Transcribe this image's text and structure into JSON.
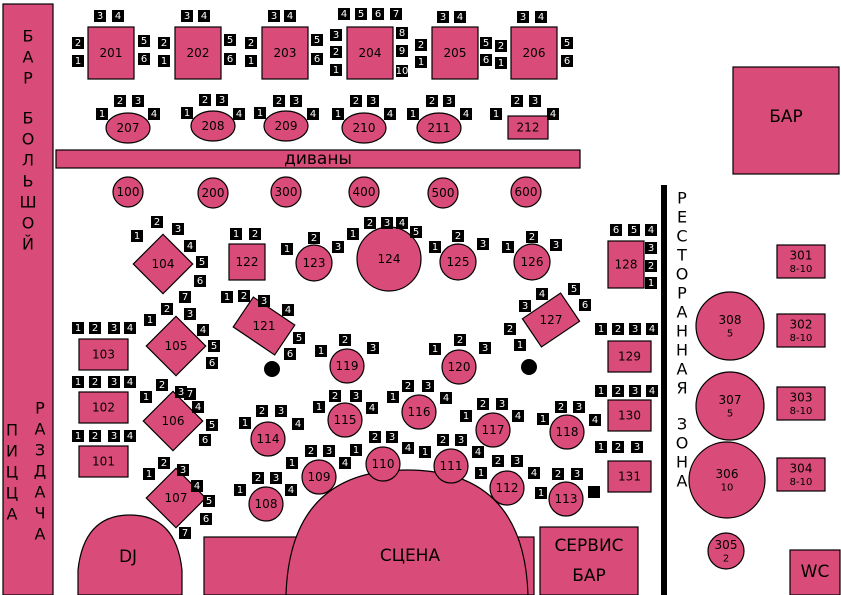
{
  "zones": {
    "bar_bolshoy": "БАР БОЛЬШОЙ",
    "pizza": "ПИЦЦА",
    "razdacha": "РАЗДАЧА",
    "bar": "БАР",
    "divany": "диваны",
    "restaurant_zone": "РЕСТОРАННАЯ ЗОНА",
    "dj": "DJ",
    "stage": "СЦЕНА",
    "service_bar": "СЕРВИС БАР",
    "wc": "WC"
  },
  "tables": [
    {
      "id": "201",
      "seats": [
        "3",
        "4",
        "2",
        "1",
        "5",
        "6"
      ]
    },
    {
      "id": "202",
      "seats": [
        "3",
        "4",
        "2",
        "1",
        "5",
        "6"
      ]
    },
    {
      "id": "203",
      "seats": [
        "3",
        "4",
        "2",
        "1",
        "5",
        "6"
      ]
    },
    {
      "id": "204",
      "seats": [
        "4",
        "5",
        "6",
        "7",
        "3",
        "2",
        "1",
        "8",
        "9",
        "10"
      ]
    },
    {
      "id": "205",
      "seats": [
        "3",
        "4",
        "2",
        "1",
        "5",
        "6"
      ]
    },
    {
      "id": "206",
      "seats": [
        "3",
        "4",
        "2",
        "1",
        "5",
        "6"
      ]
    },
    {
      "id": "207",
      "seats": [
        "1",
        "2",
        "3",
        "4"
      ]
    },
    {
      "id": "208",
      "seats": [
        "1",
        "2",
        "3",
        "4"
      ]
    },
    {
      "id": "209",
      "seats": [
        "1",
        "2",
        "3",
        "4"
      ]
    },
    {
      "id": "210",
      "seats": [
        "1",
        "2",
        "3",
        "4"
      ]
    },
    {
      "id": "211",
      "seats": [
        "1",
        "2",
        "3",
        "4"
      ]
    },
    {
      "id": "212",
      "seats": [
        "1",
        "2",
        "3",
        "4"
      ]
    },
    {
      "id": "100",
      "seats": []
    },
    {
      "id": "200",
      "seats": []
    },
    {
      "id": "300",
      "seats": []
    },
    {
      "id": "400",
      "seats": []
    },
    {
      "id": "500",
      "seats": []
    },
    {
      "id": "600",
      "seats": []
    },
    {
      "id": "104",
      "seats": [
        "1",
        "2",
        "3",
        "4",
        "5",
        "6"
      ]
    },
    {
      "id": "122",
      "seats": [
        "1",
        "2"
      ]
    },
    {
      "id": "123",
      "seats": [
        "1",
        "2",
        "3"
      ]
    },
    {
      "id": "124",
      "seats": [
        "1",
        "2",
        "3",
        "4",
        "5"
      ]
    },
    {
      "id": "125",
      "seats": [
        "1",
        "2",
        "3"
      ]
    },
    {
      "id": "126",
      "seats": [
        "1",
        "2",
        "3"
      ]
    },
    {
      "id": "128",
      "seats": [
        "6",
        "5",
        "4",
        "3",
        "2",
        "1"
      ]
    },
    {
      "id": "121",
      "seats": [
        "1",
        "2",
        "3",
        "4",
        "5",
        "6"
      ]
    },
    {
      "id": "105",
      "seats": [
        "7",
        "1",
        "2",
        "3",
        "4",
        "5",
        "6"
      ]
    },
    {
      "id": "127",
      "seats": [
        "4",
        "5",
        "6",
        "3",
        "2",
        "1"
      ]
    },
    {
      "id": "103",
      "seats": [
        "1",
        "2",
        "3",
        "4"
      ]
    },
    {
      "id": "129",
      "seats": [
        "1",
        "2",
        "3",
        "4"
      ]
    },
    {
      "id": "119",
      "seats": [
        "1",
        "2",
        "3"
      ]
    },
    {
      "id": "120",
      "seats": [
        "1",
        "2",
        "3"
      ]
    },
    {
      "id": "102",
      "seats": [
        "1",
        "2",
        "3",
        "4"
      ]
    },
    {
      "id": "106",
      "seats": [
        "7",
        "1",
        "2",
        "3",
        "4",
        "5",
        "6"
      ]
    },
    {
      "id": "130",
      "seats": [
        "1",
        "2",
        "3",
        "4"
      ]
    },
    {
      "id": "116",
      "seats": [
        "1",
        "2",
        "3",
        "4"
      ]
    },
    {
      "id": "115",
      "seats": [
        "1",
        "2",
        "3",
        "4"
      ]
    },
    {
      "id": "114",
      "seats": [
        "1",
        "2",
        "3",
        "4"
      ]
    },
    {
      "id": "117",
      "seats": [
        "1",
        "2",
        "3",
        "4"
      ]
    },
    {
      "id": "118",
      "seats": [
        "1",
        "2",
        "3",
        "4"
      ]
    },
    {
      "id": "101",
      "seats": [
        "1",
        "2",
        "3",
        "4"
      ]
    },
    {
      "id": "110",
      "seats": [
        "1",
        "2",
        "3",
        "4"
      ]
    },
    {
      "id": "111",
      "seats": [
        "1",
        "2",
        "3",
        "4"
      ]
    },
    {
      "id": "109",
      "seats": [
        "1",
        "2",
        "3",
        "4"
      ]
    },
    {
      "id": "131",
      "seats": [
        "1",
        "2",
        "3"
      ]
    },
    {
      "id": "107",
      "seats": [
        "7",
        "1",
        "2",
        "3",
        "4",
        "5",
        "6"
      ]
    },
    {
      "id": "112",
      "seats": [
        "1",
        "2",
        "3",
        "4"
      ]
    },
    {
      "id": "113",
      "seats": [
        "1",
        "2",
        "3"
      ]
    },
    {
      "id": "108",
      "seats": [
        "1",
        "2",
        "3",
        "4"
      ]
    },
    {
      "id": "301",
      "seats": [],
      "capacity": "8-10"
    },
    {
      "id": "302",
      "seats": [],
      "capacity": "8-10"
    },
    {
      "id": "303",
      "seats": [],
      "capacity": "8-10"
    },
    {
      "id": "304",
      "seats": [],
      "capacity": "8-10"
    },
    {
      "id": "308",
      "seats": [],
      "capacity": "5"
    },
    {
      "id": "307",
      "seats": [],
      "capacity": "5"
    },
    {
      "id": "306",
      "seats": [],
      "capacity": "10"
    },
    {
      "id": "305",
      "seats": [],
      "capacity": "2"
    }
  ],
  "colors": {
    "table": "#d94c79",
    "seat": "#000000",
    "background": "#ffffff"
  }
}
